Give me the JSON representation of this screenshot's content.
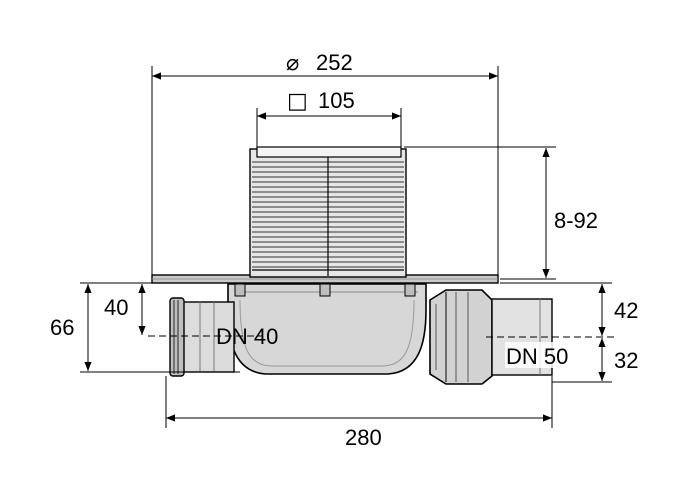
{
  "dimensions": {
    "diameter_symbol": "⌀",
    "diameter_value": "252",
    "square_symbol": "□",
    "square_value": "105",
    "height_adjust": "8-92",
    "left_height_total": "66",
    "left_height_inlet": "40",
    "right_upper": "42",
    "right_lower": "32",
    "overall_length": "280",
    "inlet_label": "DN 40",
    "outlet_label": "DN 50"
  }
}
